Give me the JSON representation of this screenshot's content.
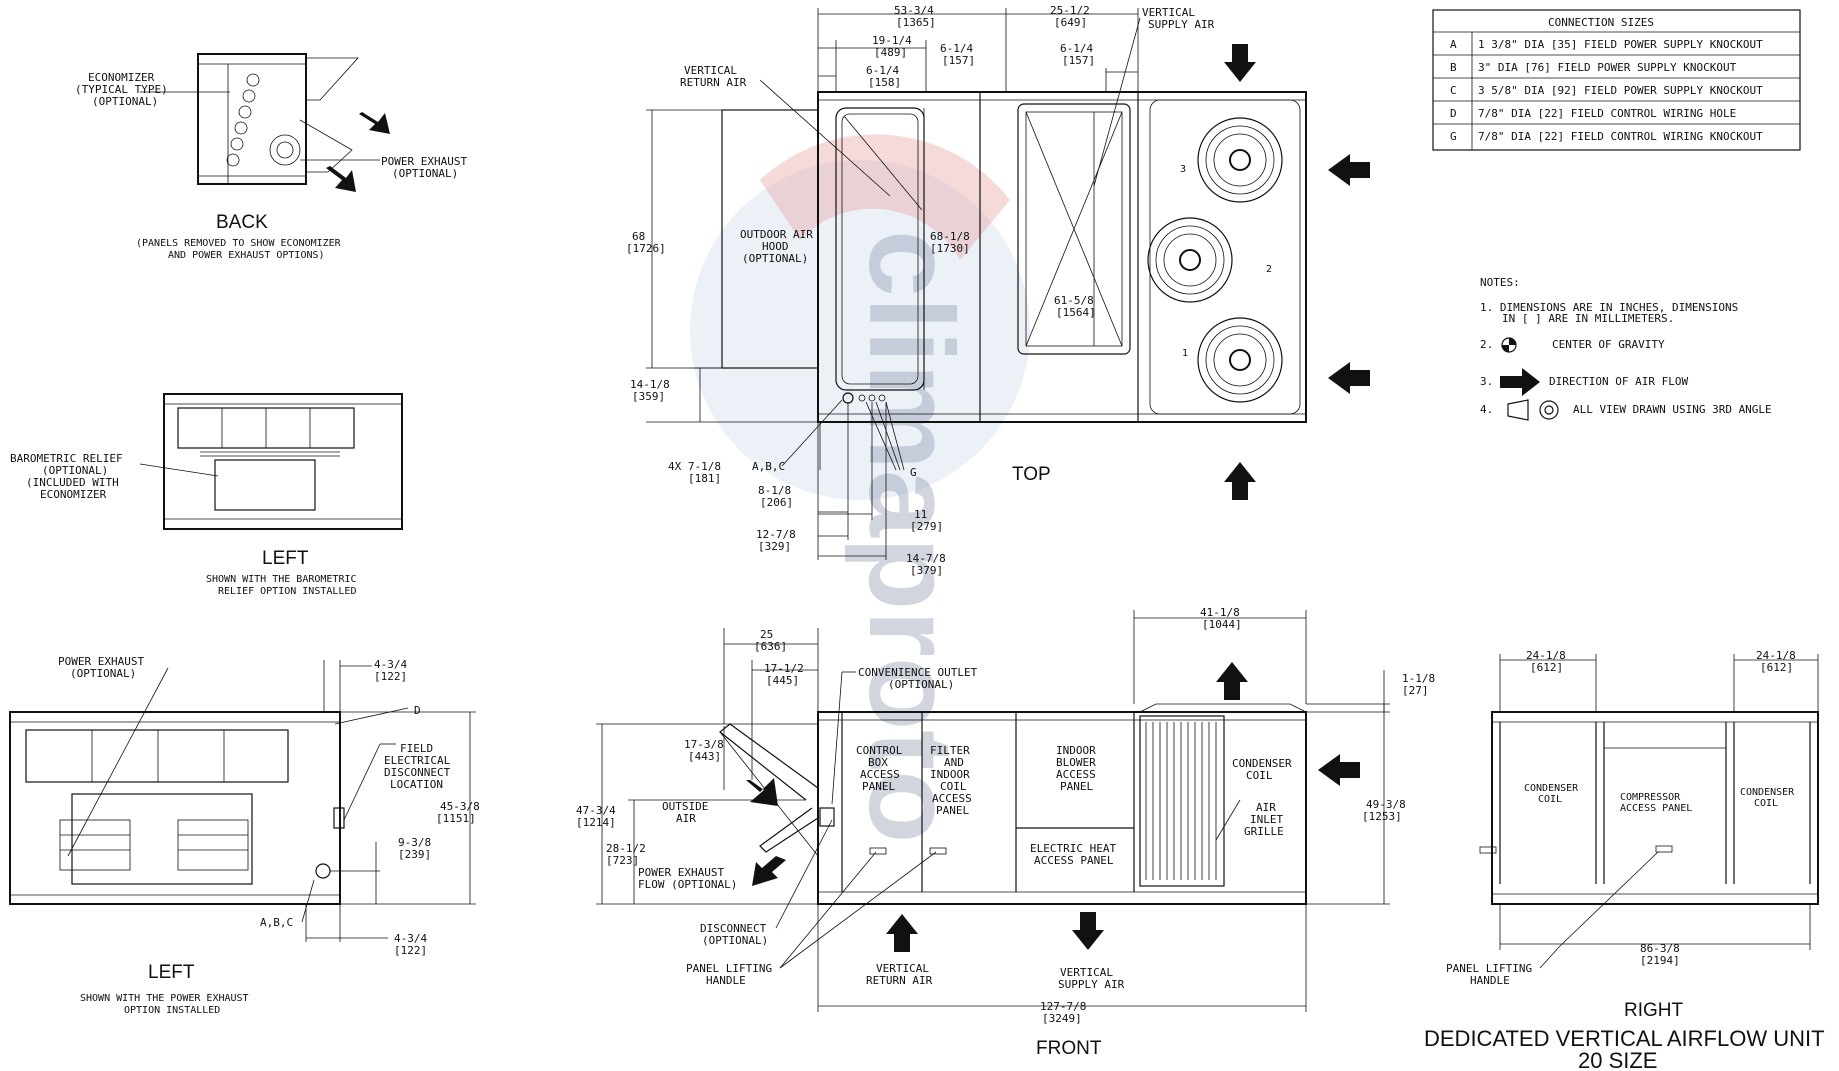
{
  "watermark": "climaproto",
  "connection_table": {
    "title": "CONNECTION SIZES",
    "rows": [
      {
        "code": "A",
        "desc": "1 3/8\" DIA [35] FIELD POWER SUPPLY KNOCKOUT"
      },
      {
        "code": "B",
        "desc": "3\" DIA [76] FIELD POWER SUPPLY KNOCKOUT"
      },
      {
        "code": "C",
        "desc": "3 5/8\" DIA [92] FIELD POWER SUPPLY KNOCKOUT"
      },
      {
        "code": "D",
        "desc": "7/8\" DIA [22] FIELD CONTROL WIRING HOLE"
      },
      {
        "code": "G",
        "desc": "7/8\" DIA [22] FIELD CONTROL WIRING KNOCKOUT"
      }
    ]
  },
  "notes": {
    "title": "NOTES:",
    "n1a": "1. DIMENSIONS ARE IN INCHES, DIMENSIONS",
    "n1b": "IN [  ] ARE IN MILLIMETERS.",
    "n2": "2.",
    "n2text": "CENTER OF GRAVITY",
    "n3": "3.",
    "n3text": "DIRECTION OF AIR FLOW",
    "n4": "4.",
    "n4text": "ALL VIEW DRAWN USING 3RD ANGLE"
  },
  "back_view": {
    "economizer": [
      "ECONOMIZER",
      "(TYPICAL TYPE)",
      "(OPTIONAL)"
    ],
    "power_exhaust": [
      "POWER EXHAUST",
      "(OPTIONAL)"
    ],
    "title": "BACK",
    "caption": [
      "(PANELS REMOVED TO SHOW ECONOMIZER",
      "AND POWER EXHAUST OPTIONS)"
    ]
  },
  "left_view_1": {
    "baro": [
      "BAROMETRIC RELIEF",
      "(OPTIONAL)",
      "(INCLUDED WITH",
      "ECONOMIZER"
    ],
    "title": "LEFT",
    "caption": [
      "SHOWN WITH THE BAROMETRIC",
      "RELIEF OPTION INSTALLED"
    ]
  },
  "left_view_2": {
    "power_exhaust": [
      "POWER EXHAUST",
      "(OPTIONAL)"
    ],
    "d_label": "D",
    "field_disc": [
      "FIELD",
      "ELECTRICAL",
      "DISCONNECT",
      "LOCATION"
    ],
    "dim_top": [
      "4-3/4",
      "[122]"
    ],
    "dim_h": [
      "45-3/8",
      "[1151]"
    ],
    "dim_mid": [
      "9-3/8",
      "[239]"
    ],
    "dim_bot": [
      "4-3/4",
      "[122]"
    ],
    "abc": "A,B,C",
    "title": "LEFT",
    "caption": [
      "SHOWN WITH THE POWER EXHAUST",
      "OPTION INSTALLED"
    ]
  },
  "top_view": {
    "d1": [
      "53-3/4",
      "[1365]"
    ],
    "d2": [
      "25-1/2",
      "[649]"
    ],
    "d3": [
      "19-1/4",
      "[489]"
    ],
    "d4": [
      "6-1/4",
      "[157]"
    ],
    "d5": [
      "6-1/4",
      "[158]"
    ],
    "d6": [
      "6-1/4",
      "[157]"
    ],
    "vra": [
      "VERTICAL",
      "RETURN AIR"
    ],
    "vsa": [
      "VERTICAL",
      "SUPPLY AIR"
    ],
    "h68": [
      "68",
      "[1726]"
    ],
    "hood": [
      "OUTDOOR AIR",
      "HOOD",
      "(OPTIONAL)"
    ],
    "h681": [
      "68-1/8",
      "[1730]"
    ],
    "h615": [
      "61-5/8",
      "[1564]"
    ],
    "d141": [
      "14-1/8",
      "[359]"
    ],
    "d4x": [
      "4X 7-1/8",
      "[181]"
    ],
    "abc": "A,B,C",
    "g": "G",
    "d81": [
      "8-1/8",
      "[206]"
    ],
    "d11": [
      "11",
      "[279]"
    ],
    "d127": [
      "12-7/8",
      "[329]"
    ],
    "d147": [
      "14-7/8",
      "[379]"
    ],
    "title": "TOP",
    "cg3": "3",
    "cg2": "2",
    "cg1": "1"
  },
  "front_view": {
    "d25": [
      "25",
      "[636]"
    ],
    "d171": [
      "17-1/2",
      "[445]"
    ],
    "outlet": [
      "CONVENIENCE OUTLET",
      "(OPTIONAL)"
    ],
    "d173": [
      "17-3/8",
      "[443]"
    ],
    "d47": [
      "47-3/4",
      "[1214]"
    ],
    "outside": [
      "OUTSIDE",
      "AIR"
    ],
    "d28": [
      "28-1/2",
      "[723]"
    ],
    "pex": [
      "POWER EXHAUST",
      "FLOW (OPTIONAL)"
    ],
    "control": [
      "CONTROL",
      "BOX",
      "ACCESS",
      "PANEL"
    ],
    "filter": [
      "FILTER",
      "AND",
      "INDOOR",
      "COIL",
      "ACCESS",
      "PANEL"
    ],
    "blower": [
      "INDOOR",
      "BLOWER",
      "ACCESS",
      "PANEL"
    ],
    "heat": [
      "ELECTRIC HEAT",
      "ACCESS PANEL"
    ],
    "cond": [
      "CONDENSER",
      "COIL"
    ],
    "grille": [
      "AIR",
      "INLET",
      "GRILLE"
    ],
    "d411": [
      "41-1/8",
      "[1044]"
    ],
    "d118": [
      "1-1/8",
      "[27]"
    ],
    "d493": [
      "49-3/8",
      "[1253]"
    ],
    "disc": [
      "DISCONNECT",
      "(OPTIONAL)"
    ],
    "lift": [
      "PANEL LIFTING",
      "HANDLE"
    ],
    "vra": [
      "VERTICAL",
      "RETURN AIR"
    ],
    "vsa": [
      "VERTICAL",
      "SUPPLY AIR"
    ],
    "d127": [
      "127-7/8",
      "[3249]"
    ],
    "title": "FRONT"
  },
  "right_view": {
    "d241a": [
      "24-1/8",
      "[612]"
    ],
    "d241b": [
      "24-1/8",
      "[612]"
    ],
    "cc1": [
      "CONDENSER",
      "COIL"
    ],
    "comp": [
      "COMPRESSOR",
      "ACCESS PANEL"
    ],
    "cc2": [
      "CONDENSER",
      "COIL"
    ],
    "d86": [
      "86-3/8",
      "[2194]"
    ],
    "lift": [
      "PANEL LIFTING",
      "HANDLE"
    ],
    "title": "RIGHT",
    "unit1": "DEDICATED VERTICAL AIRFLOW UNIT",
    "unit2": "20 SIZE"
  }
}
